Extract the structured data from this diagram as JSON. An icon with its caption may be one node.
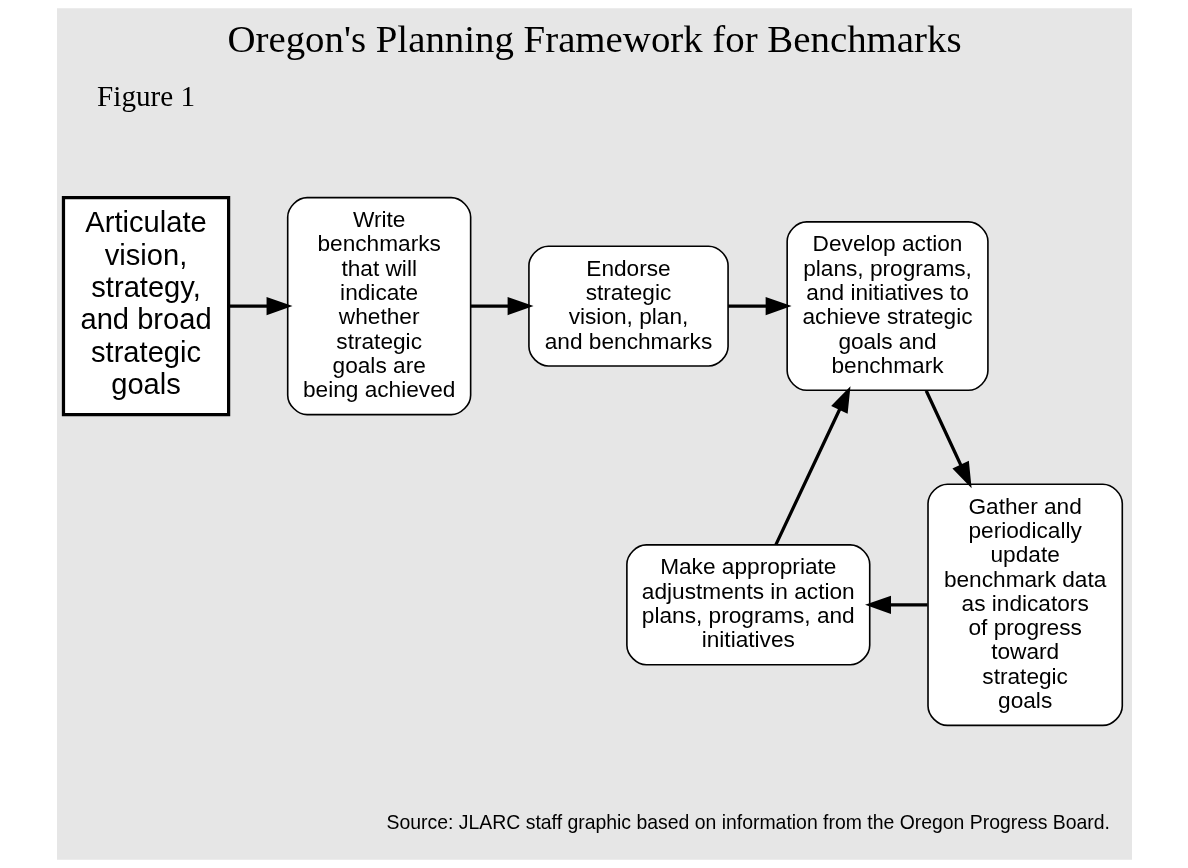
{
  "diagram": {
    "title": "Oregon's Planning Framework for Benchmarks",
    "caption": "Source: JLARC staff graphic based on information from the Oregon Progress Board.",
    "nodes": [
      {
        "text": [
          "Articulate vision, strategy, and broad strategic goals"
        ]
      },
      {
        "text": [
          "Write benchmarks that will indicate whether strategic goals are being achieved"
        ]
      },
      {
        "text": [
          "Endorse strategic vision, plan, and benchmarks"
        ]
      },
      {
        "text": [
          "Develop action plans, programs, and initiatives to achieve strategic goals and benchmark"
        ]
      },
      {
        "text": [
          "Gather and periodically update benchmark data as indicators of progress toward strategic goals"
        ]
      },
      {
        "text": [
          "Make appropriate adjustments in action plans, programs, and initiatives"
        ]
      }
    ],
    "edges": [
      {
        "from": 0,
        "to": 1,
        "arrow": "to"
      },
      {
        "from": 1,
        "to": 2,
        "arrow": "to"
      },
      {
        "from": 2,
        "to": 3,
        "arrow": "to"
      },
      {
        "from": 3,
        "to": 4,
        "arrow": "to"
      },
      {
        "from": 4,
        "to": 5,
        "arrow": "to"
      },
      {
        "from": 5,
        "to": 3,
        "arrow": "to"
      }
    ],
    "labels": [
      "Figure 1"
    ]
  }
}
